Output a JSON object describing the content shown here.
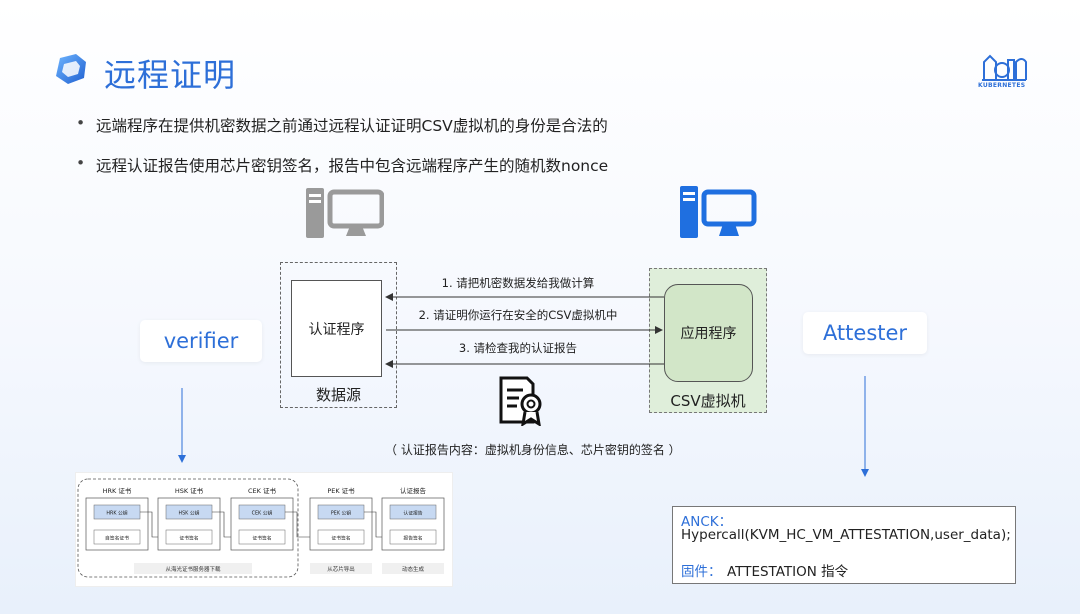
{
  "header": {
    "title": "远程证明",
    "title_icon": "cube-logo-icon",
    "logo_icon": "kubernetes-logo-icon",
    "logo_text": "KUBERNETES"
  },
  "bullets": [
    "远端程序在提供机密数据之前通过远程认证证明CSV虚拟机的身份是合法的",
    "远程认证报告使用芯片密钥签名，报告中包含远端程序产生的随机数nonce"
  ],
  "roles": {
    "verifier": "verifier",
    "attester": "Attester"
  },
  "diagram": {
    "auth_program": "认证程序",
    "data_source": "数据源",
    "app_program": "应用程序",
    "csv_vm": "CSV虚拟机",
    "messages": [
      "1. 请把机密数据发给我做计算",
      "2. 请证明你运行在安全的CSV虚拟机中",
      "3. 请检查我的认证报告"
    ],
    "report_caption": "（ 认证报告内容：虚拟机身份信息、芯片密钥的签名 ）",
    "colors": {
      "accent": "#2d6fd8",
      "vm_fill": "#dfeeda",
      "app_fill": "#d2e6c8"
    }
  },
  "cert_chain": {
    "columns": [
      {
        "title": "HRK 证书",
        "top": "HRK 公钥",
        "bottom": "自签名证书"
      },
      {
        "title": "HSK 证书",
        "top": "HSK 公钥",
        "bottom": "证书签名"
      },
      {
        "title": "CEK 证书",
        "top": "CEK 公钥",
        "bottom": "证书签名"
      },
      {
        "title": "PEK 证书",
        "top": "PEK 公钥",
        "bottom": "证书签名"
      },
      {
        "title": "认证报告",
        "top": "认证报告",
        "bottom": "报告签名"
      }
    ],
    "group_labels": [
      "从海光证书服务器下载",
      "从芯片导出",
      "动态生成"
    ]
  },
  "anck": {
    "label": "ANCK：",
    "call": "Hypercall(KVM_HC_VM_ATTESTATION,user_data);",
    "fw_label": "固件：",
    "fw_value": "ATTESTATION 指令"
  }
}
